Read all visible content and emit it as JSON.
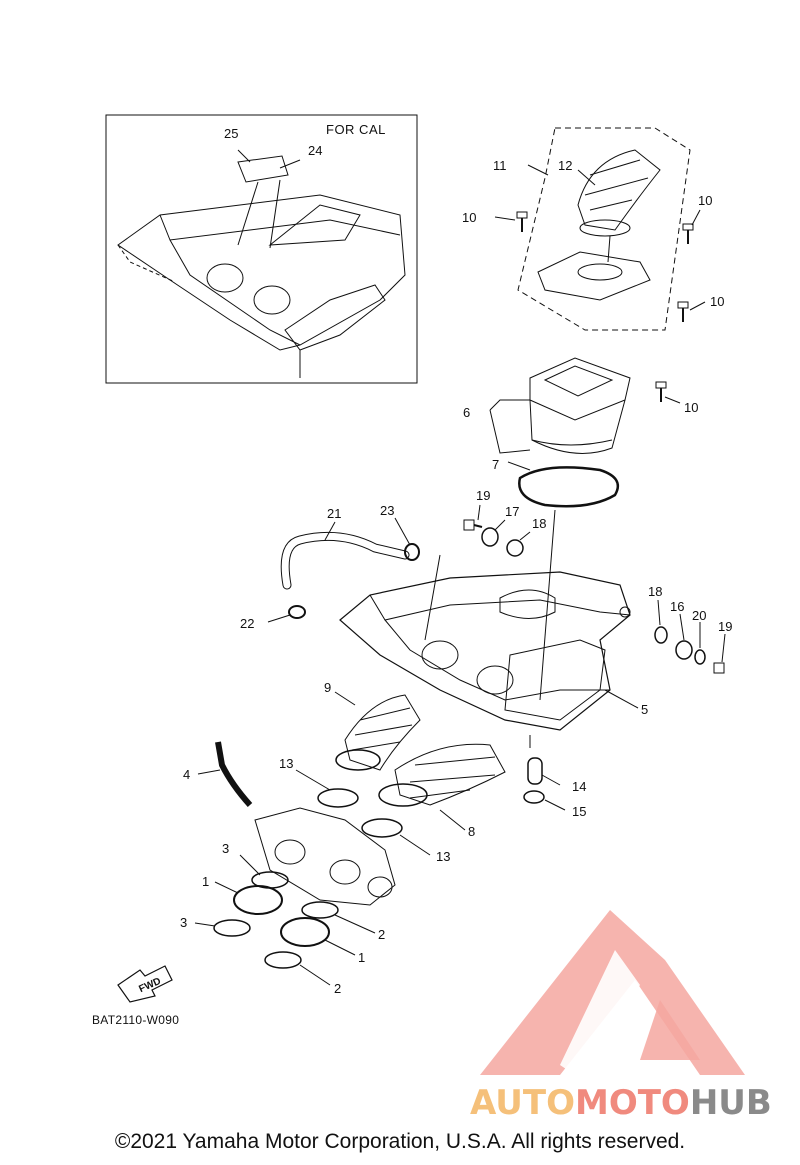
{
  "inset": {
    "title": "FOR CAL"
  },
  "drawing_code": "BAT2110-W090",
  "fwd_label": "FWD",
  "callouts": [
    "25",
    "24",
    "11",
    "12",
    "10",
    "10",
    "10",
    "10",
    "6",
    "7",
    "19",
    "17",
    "18",
    "21",
    "23",
    "22",
    "18",
    "16",
    "20",
    "19",
    "5",
    "9",
    "4",
    "13",
    "14",
    "15",
    "8",
    "13",
    "3",
    "1",
    "3",
    "2",
    "1",
    "2"
  ],
  "watermark": {
    "part1": "AUTO",
    "part2": "MOTO",
    "part3": "HUB",
    "colors": [
      "#f5c07a",
      "#f08a7e",
      "#8a8a8a"
    ]
  },
  "copyright": "©2021 Yamaha Motor Corporation, U.S.A. All rights reserved.",
  "colors": {
    "line": "#111111",
    "logo": "#f4a7a0"
  }
}
